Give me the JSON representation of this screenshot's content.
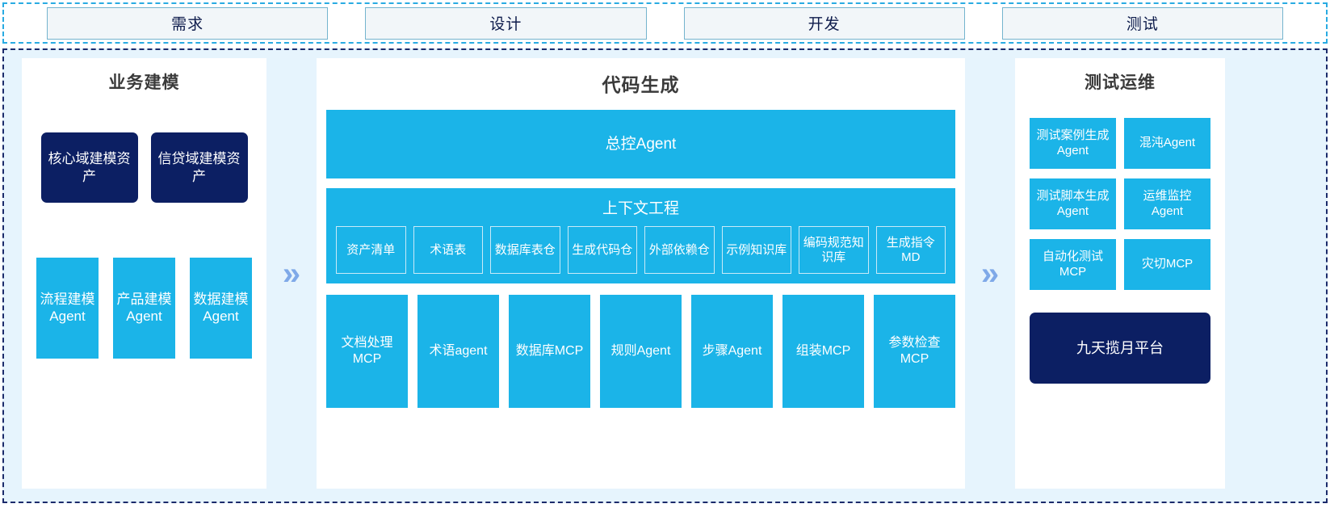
{
  "phases": {
    "items": [
      {
        "label": "需求"
      },
      {
        "label": "设计"
      },
      {
        "label": "开发"
      },
      {
        "label": "测试"
      }
    ]
  },
  "separators": {
    "chevron_glyph": "»",
    "left_to_center": "»",
    "center_to_right": "»"
  },
  "colors": {
    "cyan": "#1BB4E8",
    "navy": "#0C1F63",
    "panel_bg": "#FFFFFF",
    "canvas_bg": "#E6F4FD",
    "chevron": "#7FA9E8",
    "phase_border": "#74B4CE",
    "phase_fill": "#F2F6F9",
    "title_text": "#3A3A3A",
    "outer_dash": "#29ABE2",
    "inner_dash": "#1B2B6B"
  },
  "left_panel": {
    "title": "业务建模",
    "assets": [
      {
        "label": "核心域建模资产"
      },
      {
        "label": "信贷域建模资产"
      }
    ],
    "agents": [
      {
        "label": "流程建模Agent"
      },
      {
        "label": "产品建模Agent"
      },
      {
        "label": "数据建模Agent"
      }
    ]
  },
  "center_panel": {
    "title": "代码生成",
    "master_agent": {
      "label": "总控Agent"
    },
    "context_engineering": {
      "title": "上下文工程",
      "items": [
        {
          "label": "资产清单"
        },
        {
          "label": "术语表"
        },
        {
          "label": "数据库表仓"
        },
        {
          "label": "生成代码仓"
        },
        {
          "label": "外部依赖仓"
        },
        {
          "label": "示例知识库"
        },
        {
          "label": "编码规范知识库"
        },
        {
          "label": "生成指令MD"
        }
      ]
    },
    "tools": [
      {
        "label": "文档处理MCP"
      },
      {
        "label": "术语agent"
      },
      {
        "label": "数据库MCP"
      },
      {
        "label": "规则Agent"
      },
      {
        "label": "步骤Agent"
      },
      {
        "label": "组装MCP"
      },
      {
        "label": "参数检查MCP"
      }
    ]
  },
  "right_panel": {
    "title": "测试运维",
    "items": [
      {
        "label": "测试案例生成Agent"
      },
      {
        "label": "混沌Agent"
      },
      {
        "label": "测试脚本生成Agent"
      },
      {
        "label": "运维监控Agent"
      },
      {
        "label": "自动化测试MCP"
      },
      {
        "label": "灾切MCP"
      }
    ],
    "platform": {
      "label": "九天揽月平台"
    }
  }
}
